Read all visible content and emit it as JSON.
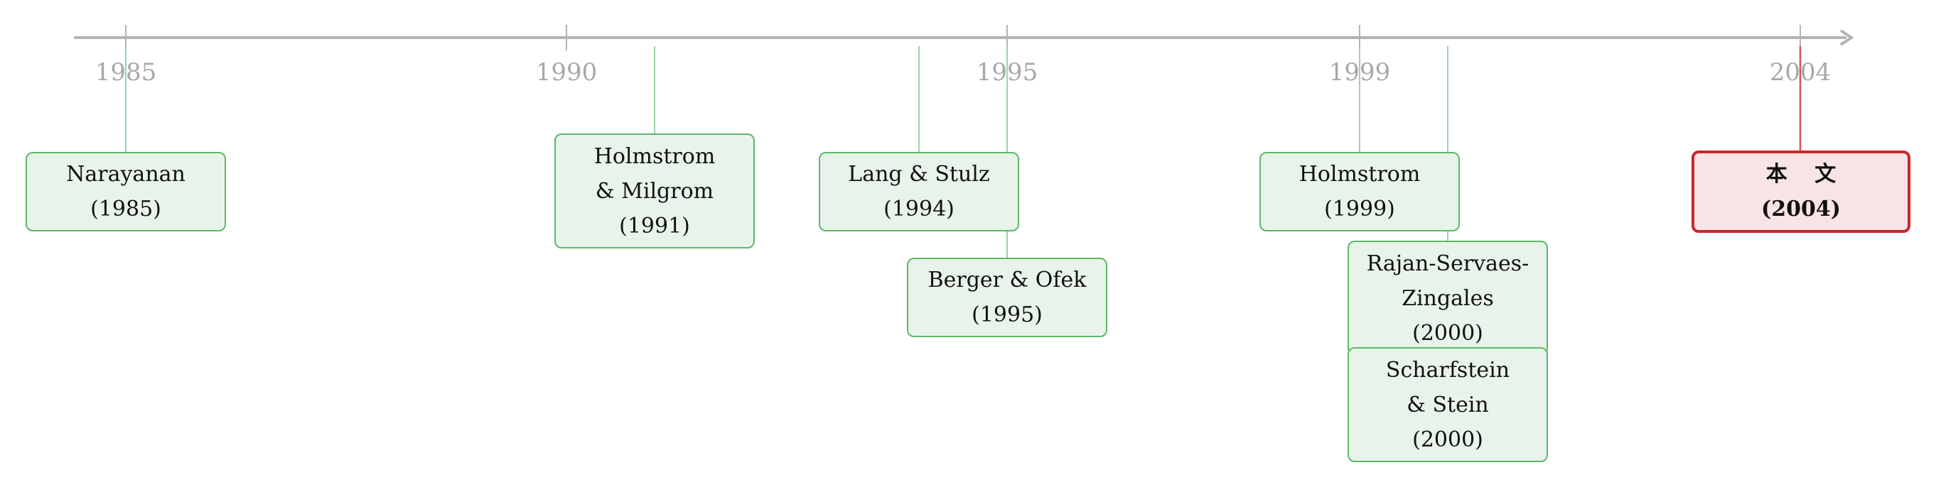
{
  "timeline": {
    "years": [
      "1985",
      "1990",
      "1995",
      "1999",
      "2004"
    ],
    "axis_color": "#b3b3b3",
    "connector_color": "#9fd3a8",
    "highlight_connector_color": "#d6545a"
  },
  "events": [
    {
      "id": "narayanan",
      "lines": [
        "Narayanan",
        "(1985)"
      ],
      "year": 1985
    },
    {
      "id": "holmstrom-milgrom",
      "lines": [
        "Holmstrom",
        "& Milgrom",
        "(1991)"
      ],
      "year": 1991
    },
    {
      "id": "lang-stulz",
      "lines": [
        "Lang & Stulz",
        "(1994)"
      ],
      "year": 1994
    },
    {
      "id": "berger-ofek",
      "lines": [
        "Berger & Ofek",
        "(1995)"
      ],
      "year": 1995
    },
    {
      "id": "holmstrom",
      "lines": [
        "Holmstrom",
        "(1999)"
      ],
      "year": 1999
    },
    {
      "id": "rajan-servaes-zingales",
      "lines": [
        "Rajan-Servaes-",
        "Zingales",
        "(2000)"
      ],
      "year": 2000
    },
    {
      "id": "scharfstein-stein",
      "lines": [
        "Scharfstein",
        "& Stein",
        "(2000)"
      ],
      "year": 2000
    },
    {
      "id": "this-paper",
      "lines": [
        "本 文",
        "(2004)"
      ],
      "year": 2004,
      "highlight": true
    }
  ]
}
